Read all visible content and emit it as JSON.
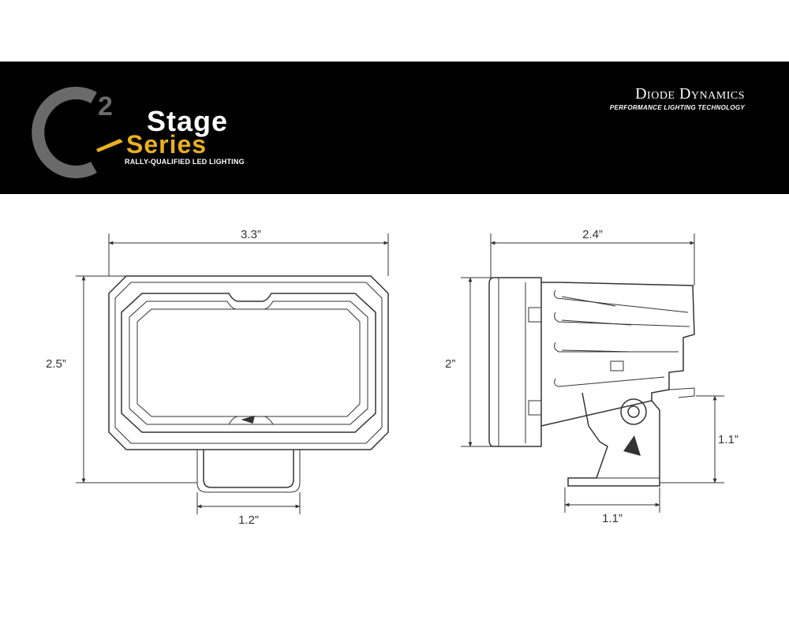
{
  "header": {
    "logo_superscript": "2",
    "stage": "Stage",
    "series": "Series",
    "tagline": "RALLY-QUALIFIED LED LIGHTING",
    "brand_name": "Diode Dynamics",
    "brand_sub": "PERFORMANCE LIGHTING TECHNOLOGY",
    "accent_color": "#e8b11e",
    "background_color": "#000000"
  },
  "front_view": {
    "width_label": "3.3”",
    "height_label": "2.5”",
    "mount_width_label": "1.2”"
  },
  "side_view": {
    "depth_label": "2.4”",
    "height_label": "2”",
    "mount_height_label": "1.1”",
    "mount_width_label": "1.1”"
  }
}
